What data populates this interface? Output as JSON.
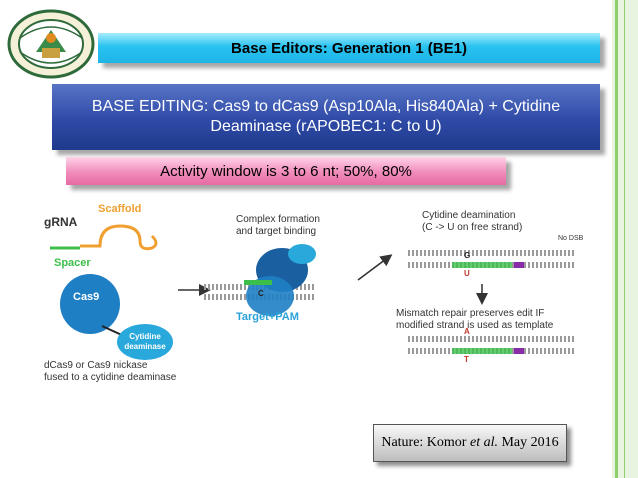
{
  "title": "Base Editors: Generation 1 (BE1)",
  "subtitle": "BASE EDITING: Cas9 to dCas9 (Asp10Ala, His840Ala) + Cytidine Deaminase (rAPOBEC1: C to U)",
  "activity": "Activity window is 3 to 6 nt; 50%, 80%",
  "citation": {
    "prefix": "Nature: Komor ",
    "etal": "et al.",
    "suffix": " May 2016"
  },
  "figure": {
    "grna": "gRNA",
    "scaffold": "Scaffold",
    "spacer": "Spacer",
    "cas9": "Cas9",
    "deaminase_line1": "Cytidine",
    "deaminase_line2": "deaminase",
    "fused_line1": "dCas9 or Cas9 nickase",
    "fused_line2": "fused to a cytidine deaminase",
    "complex_line1": "Complex formation",
    "complex_line2": "and target binding",
    "target_pam": "Target+PAM",
    "deam_line1": "Cytidine deamination",
    "deam_line2": "(C -> U on free strand)",
    "no_dsb": "No DSB",
    "g_letter": "G",
    "u_letter": "U",
    "c_letter": "C",
    "a_letter": "A",
    "t_letter": "T",
    "mismatch_line1": "Mismatch repair preserves edit IF",
    "mismatch_line2": "modified strand is used as template"
  },
  "colors": {
    "scaffold": "#f0a030",
    "spacer": "#3cbf4a",
    "cas9": "#1f7fc4",
    "deaminase": "#29a8dc"
  }
}
